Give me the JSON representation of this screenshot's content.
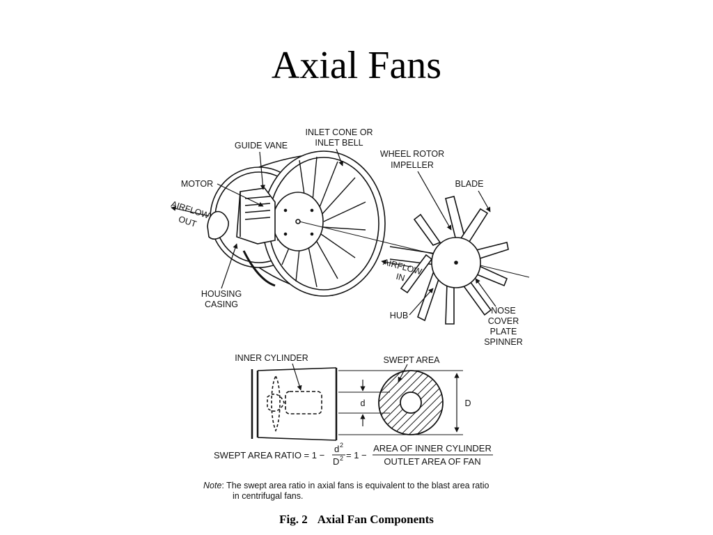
{
  "title": "Axial Fans",
  "labels": {
    "inlet_cone_1": "INLET CONE OR",
    "inlet_cone_2": "INLET BELL",
    "guide_vane": "GUIDE VANE",
    "wheel_rotor_1": "WHEEL ROTOR",
    "wheel_rotor_2": "IMPELLER",
    "blade": "BLADE",
    "motor": "MOTOR",
    "airflow_out_1": "AIRFLOW",
    "airflow_out_2": "OUT",
    "airflow_in_1": "AIRFLOW",
    "airflow_in_2": "IN",
    "housing_1": "HOUSING",
    "housing_2": "CASING",
    "hub": "HUB",
    "nose_1": "NOSE",
    "nose_2": "COVER",
    "nose_3": "PLATE",
    "nose_4": "SPINNER",
    "inner_cylinder": "INNER CYLINDER",
    "swept_area": "SWEPT AREA",
    "small_d": "d",
    "big_d": "D"
  },
  "formula": {
    "lhs": "SWEPT AREA RATIO = 1 −",
    "num1": "d",
    "num1_exp": "2",
    "den1": "D",
    "den1_exp": "2",
    "mid": "= 1 −",
    "num2": "AREA OF INNER CYLINDER",
    "den2": "OUTLET AREA OF FAN"
  },
  "note": {
    "prefix": "Note",
    "line1": ": The swept area ratio in axial fans is equivalent to the blast area ratio",
    "line2": "in centrifugal fans."
  },
  "caption": {
    "fig": "Fig. 2",
    "text": "Axial Fan Components"
  }
}
